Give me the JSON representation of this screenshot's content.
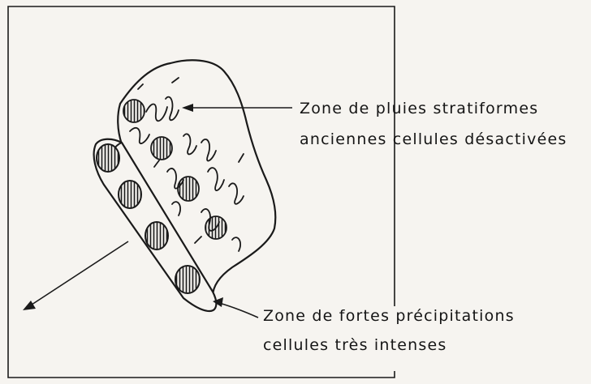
{
  "diagram": {
    "upper_zone": {
      "line1": "Zone de pluies stratiformes",
      "line2": "anciennes cellules désactivées"
    },
    "lower_zone": {
      "line1": "Zone de fortes précipitations",
      "line2": "cellules très intenses"
    }
  }
}
